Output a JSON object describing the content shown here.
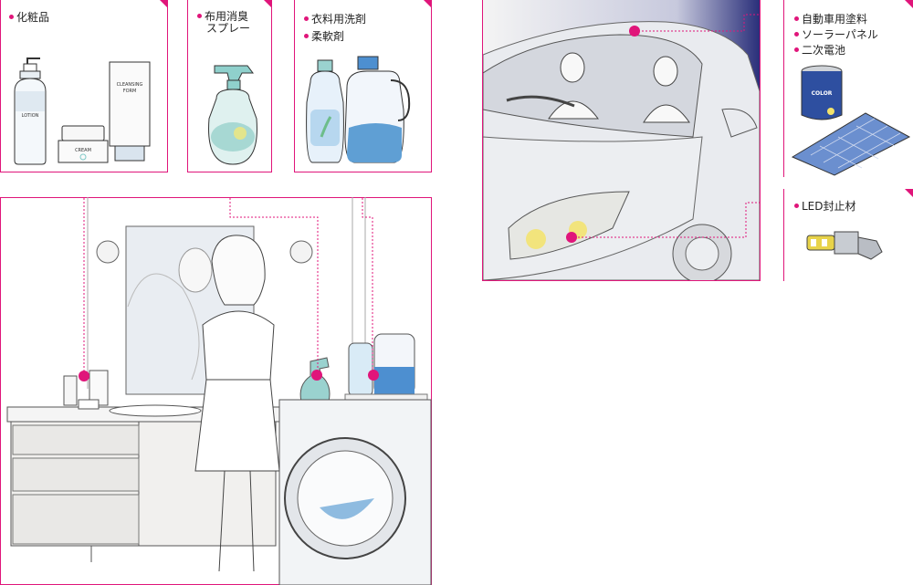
{
  "labels": {
    "cosmetics": "化粧品",
    "fabric_spray_line1": "布用消臭",
    "fabric_spray_line2": "スプレー",
    "detergent": "衣料用洗剤",
    "softener": "柔軟剤",
    "car_paint": "自動車用塗料",
    "solar_panel": "ソーラーパネル",
    "battery": "二次電池",
    "led": "LED封止材"
  },
  "product_text": {
    "lotion": "LOTION",
    "cream": "CREAM",
    "cleansing_line1": "CLEANSING",
    "cleansing_line2": "FORM",
    "paint_can": "COLOR"
  },
  "colors": {
    "accent": "#e0157a",
    "bottle_blue": "#5f9fd4",
    "bottle_teal": "#7fc9c7",
    "car_sky": "#2a2f7a",
    "headlight": "#f3e36a"
  }
}
